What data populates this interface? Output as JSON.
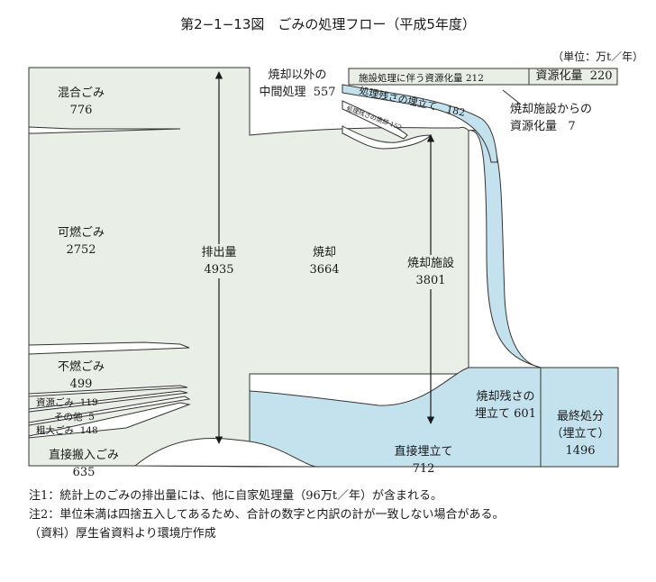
{
  "title": "第2−1−13図　ごみの処理フロー（平成5年度）",
  "unit": "（単位：万t／年）",
  "nodes": {
    "mixed": {
      "name": "混合ごみ",
      "value": "776"
    },
    "combustible": {
      "name": "可燃ごみ",
      "value": "2752"
    },
    "noncombustible": {
      "name": "不燃ごみ",
      "value": "499"
    },
    "resource": {
      "name": "資源ごみ",
      "value": "119"
    },
    "other": {
      "name": "その他",
      "value": "5"
    },
    "bulky": {
      "name": "粗大ごみ",
      "value": "148"
    },
    "direct_transport": {
      "name": "直接搬入ごみ",
      "value": "635"
    },
    "discharge": {
      "name": "排出量",
      "value": "4935"
    },
    "incineration": {
      "name": "焼却",
      "value": "3664"
    },
    "intermediate": {
      "name1": "焼却以外の",
      "name2": "中間処理",
      "value": "557"
    },
    "facility_recovery": {
      "name": "施設処理に伴う資源化量",
      "value": "212"
    },
    "recovery_total": {
      "name": "資源化量",
      "value": "220"
    },
    "residue_flow": {
      "name": "処理残さの埋立て",
      "value": "182"
    },
    "residue_small": {
      "name": "処理残さの焼却",
      "value": "152"
    },
    "incin_recovery": {
      "name1": "焼却施設からの",
      "name2": "資源化量",
      "value": "7"
    },
    "incin_facility": {
      "name": "焼却施設",
      "value": "3801"
    },
    "incin_residue": {
      "name1": "焼却残さの",
      "name2": "埋立て",
      "value": "601"
    },
    "direct_landfill": {
      "name": "直接埋立て",
      "value": "712"
    },
    "final": {
      "name1": "最終処分",
      "name2": "（埋立て）",
      "value": "1496"
    }
  },
  "notes": [
    "注1：統計上のごみの排出量には、他に自家処理量（96万t／年）が含まれる。",
    "注2：単位未満は四捨五入してあるため、合計の数字と内訳の計が一致しない場合がある。",
    "（資料）厚生省資料より環境庁作成"
  ],
  "colors": {
    "gray": "#e9eee6",
    "blue": "#c4e2ee",
    "line": "#333333"
  }
}
